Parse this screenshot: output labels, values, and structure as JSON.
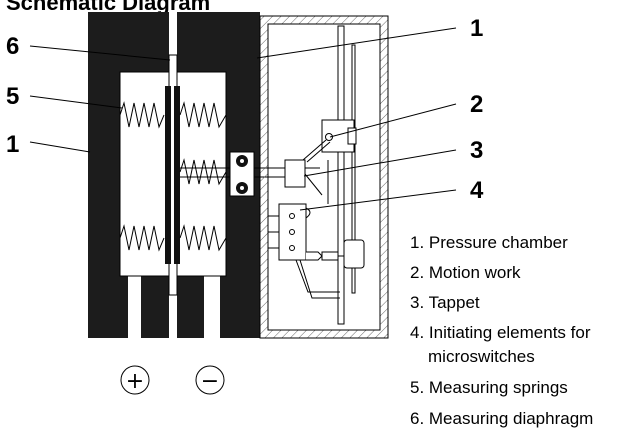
{
  "heading": "Schematic Diagram",
  "callouts": [
    "6",
    "5",
    "1",
    "1",
    "2",
    "3",
    "4"
  ],
  "signs": {
    "plus": "+",
    "minus": "−"
  },
  "legend": [
    "1. Pressure chamber",
    "2. Motion work",
    "3. Tappet",
    "4. Initiating elements for",
    "microswitches",
    "5. Measuring springs",
    "6. Measuring diaphragm"
  ]
}
